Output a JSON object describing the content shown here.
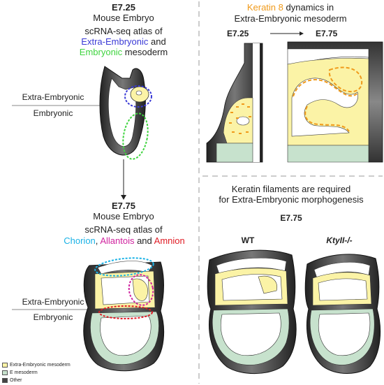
{
  "top_left": {
    "stage": "E7.25",
    "subject": "Mouse Embryo",
    "atlas_line1": "scRNA-seq atlas of",
    "atlas_extra": "Extra-Embryonic",
    "atlas_and": " and",
    "atlas_emb": "Embryonic",
    "atlas_meso": " mesoderm",
    "label_extra": "Extra-Embryonic",
    "label_emb": "Embryonic"
  },
  "bottom_left": {
    "stage": "E7.75",
    "subject": "Mouse Embryo",
    "atlas_line1": "scRNA-seq atlas of",
    "chorion": "Chorion",
    "comma": ",",
    "allantois": "Allantois",
    "and": " and ",
    "amnion": "Amnion",
    "label_extra": "Extra-Embryonic",
    "label_emb": "Embryonic"
  },
  "top_right": {
    "keratin": "Keratin 8",
    "dynamics": " dynamics in",
    "line2": "Extra-Embryonic mesoderm",
    "from": "E7.25",
    "to": "E7.75"
  },
  "bottom_right": {
    "line1": "Keratin filaments are required",
    "line2": "for Extra-Embryonic morphogenesis",
    "stage": "E7.75",
    "wt": "WT",
    "mutant": "KtyII-/-"
  },
  "legend": [
    {
      "label": "Extra-Embryonic mesoderm",
      "color": "#fbf3a6"
    },
    {
      "label": "E mesoderm",
      "color": "#c7e2cd"
    },
    {
      "label": "Other",
      "color": "#444444"
    }
  ],
  "colors": {
    "extra_blue": "#3a3ad6",
    "emb_green": "#3fd43f",
    "chorion": "#1ab2e6",
    "allantois": "#d0239f",
    "amnion": "#e01b24",
    "keratin": "#f09a1a"
  }
}
